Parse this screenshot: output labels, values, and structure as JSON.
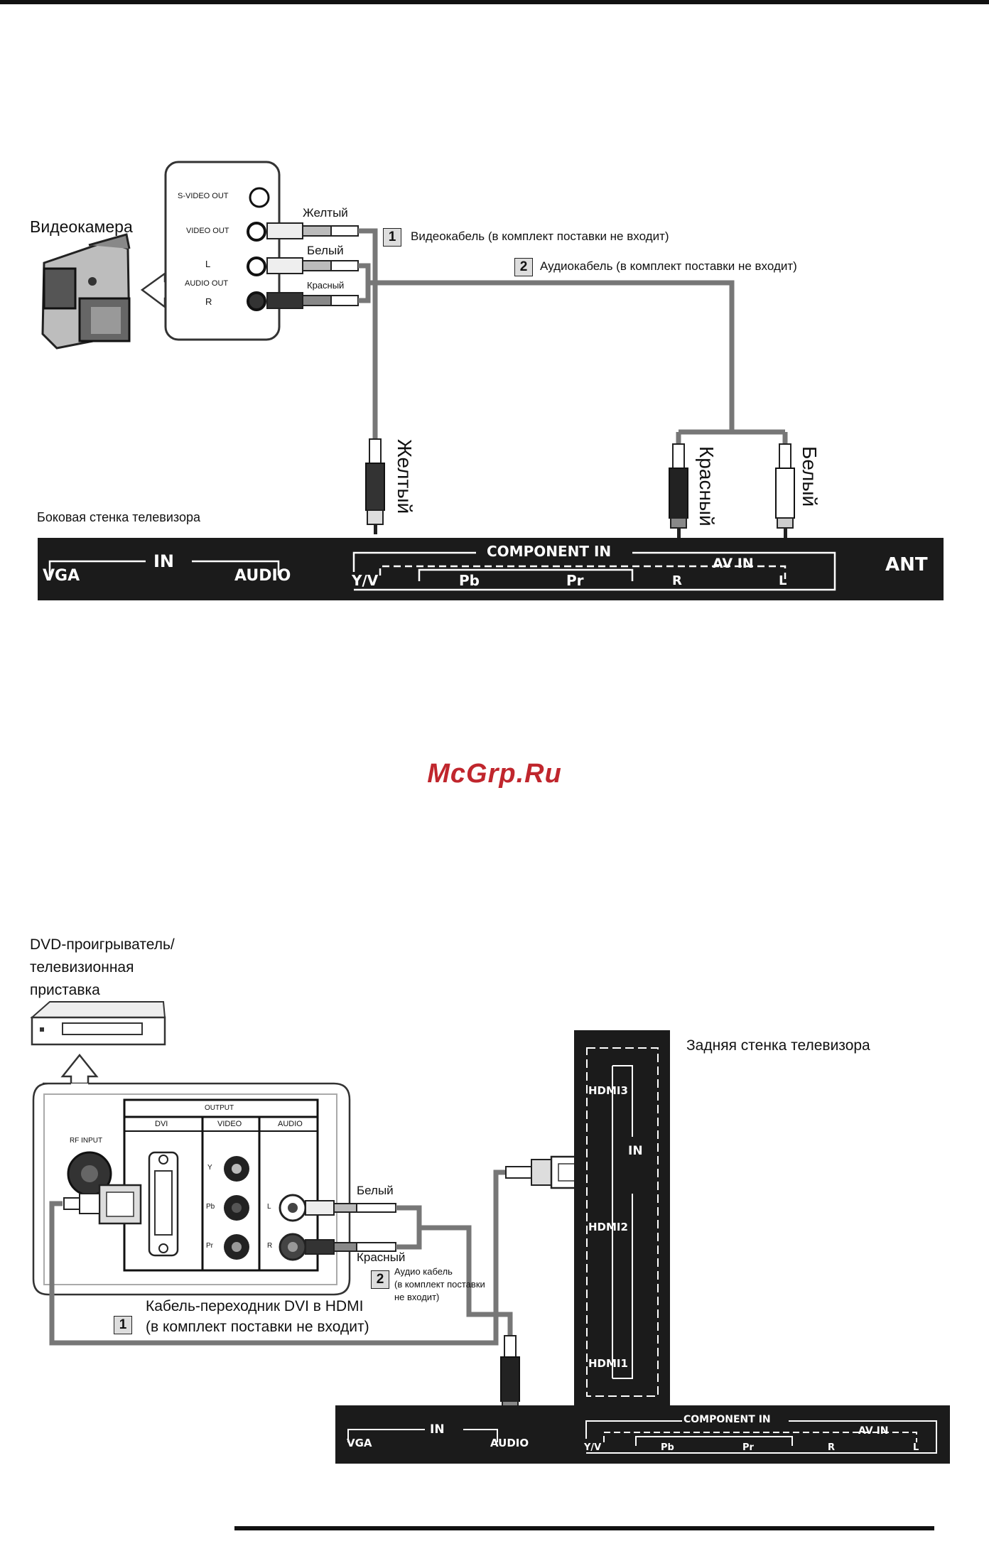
{
  "top_diagram": {
    "device_label": "Видеокамера",
    "jack_labels": {
      "svideo": "S-VIDEO OUT",
      "video": "VIDEO OUT",
      "audio": "AUDIO OUT",
      "left": "L",
      "right": "R"
    },
    "plug_colors": {
      "yellow": "Желтый",
      "white": "Белый",
      "red": "Красный"
    },
    "cables": [
      {
        "num": "1",
        "text": "Видеокабель (в комплект поставки не входит)"
      },
      {
        "num": "2",
        "text": "Аудиокабель (в комплект поставки не входит)"
      }
    ],
    "vertical_labels": {
      "yellow": "Желтый",
      "red": "Красный",
      "white": "Белый"
    },
    "side_panel_caption": "Боковая стенка телевизора",
    "panel": {
      "vga": "VGA",
      "in": "IN",
      "audio": "AUDIO",
      "component_in": "COMPONENT IN",
      "yv": "Y/V",
      "pb": "Pb",
      "pr": "Pr",
      "av_in": "AV IN",
      "r": "R",
      "l": "L",
      "ant": "ANT"
    }
  },
  "watermark": "McGrp.Ru",
  "bottom_diagram": {
    "device_label_lines": [
      "DVD-проигрыватель/",
      "телевизионная",
      "приставка"
    ],
    "player_panel": {
      "rf_input": "RF INPUT",
      "output": "OUTPUT",
      "dvi": "DVI",
      "video": "VIDEO",
      "audio": "AUDIO",
      "y": "Y",
      "pb": "Pb",
      "pr": "Pr",
      "l": "L",
      "r": "R"
    },
    "plug_colors": {
      "white": "Белый",
      "red": "Красный"
    },
    "audio_cable": {
      "num": "2",
      "lines": [
        "Аудио кабель",
        "(в комплект поставки",
        "не входит)"
      ]
    },
    "dvi_cable": {
      "num": "1",
      "lines": [
        "Кабель-переходник DVI в HDMI",
        "(в комплект поставки не входит)"
      ]
    },
    "rear_panel_caption": "Задняя стенка телевизора",
    "rear_panel": {
      "hdmi3": "HDMI3",
      "hdmi2": "HDMI2",
      "hdmi1": "HDMI1",
      "in": "IN"
    },
    "panel": {
      "vga": "VGA",
      "in": "IN",
      "audio": "AUDIO",
      "component_in": "COMPONENT IN",
      "yv": "Y/V",
      "pb": "Pb",
      "pr": "Pr",
      "av_in": "AV IN",
      "r": "R",
      "l": "L"
    }
  },
  "colors": {
    "panel": "#1b1b1b",
    "cable": "#777777",
    "watermark": "#c0262d"
  }
}
